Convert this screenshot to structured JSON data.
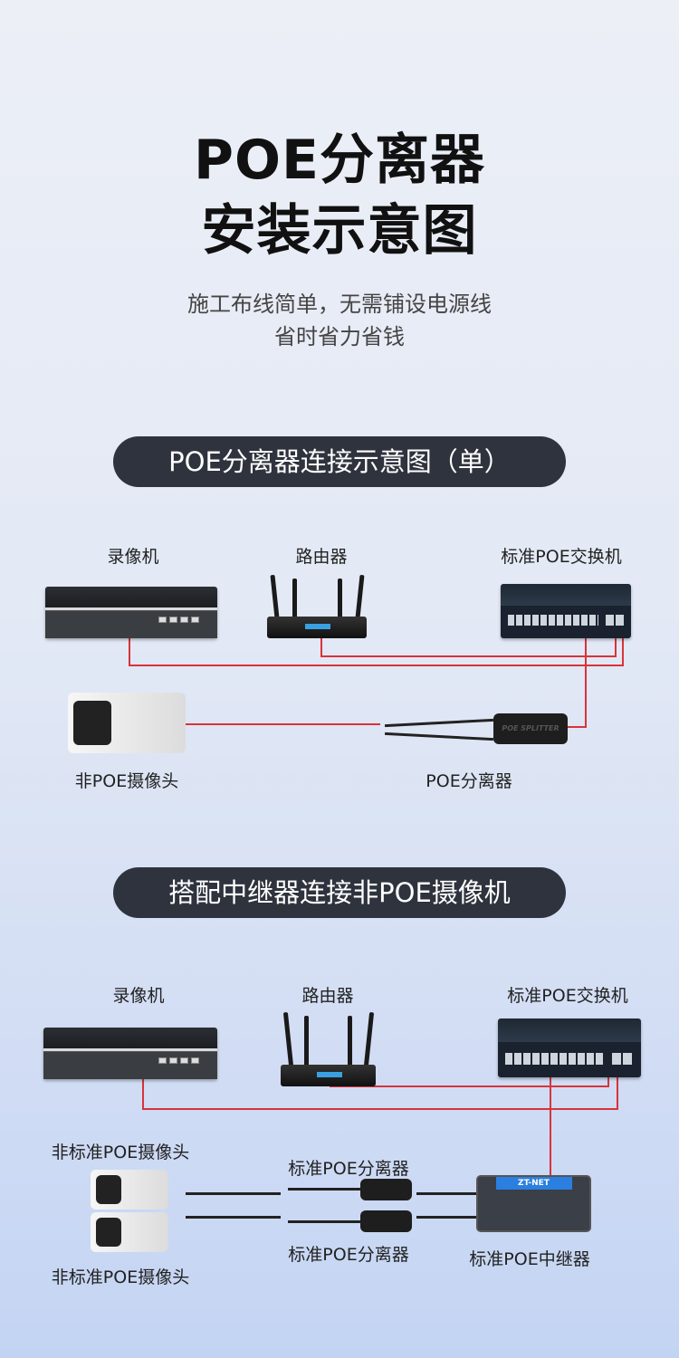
{
  "header": {
    "title_line1": "POE分离器",
    "title_line2": "安装示意图",
    "subtitle_line1": "施工布线简单，无需铺设电源线",
    "subtitle_line2": "省时省力省钱"
  },
  "section1": {
    "title": "POE分离器连接示意图（单）",
    "nvr_label": "录像机",
    "router_label": "路由器",
    "switch_label": "标准POE交换机",
    "camera_label": "非POE摄像头",
    "splitter_label": "POE分离器",
    "splitter_print": "POE SPLITTER"
  },
  "section2": {
    "title": "搭配中继器连接非POE摄像机",
    "nvr_label": "录像机",
    "router_label": "路由器",
    "switch_label": "标准POE交换机",
    "camera1_label": "非标准POE摄像头",
    "camera2_label": "非标准POE摄像头",
    "splitter1_label": "标准POE分离器",
    "splitter2_label": "标准POE分离器",
    "repeater_label": "标准POE中继器",
    "repeater_brand": "ZT-NET"
  },
  "colors": {
    "wire": "#d9333a",
    "pill": "#2e333d"
  }
}
